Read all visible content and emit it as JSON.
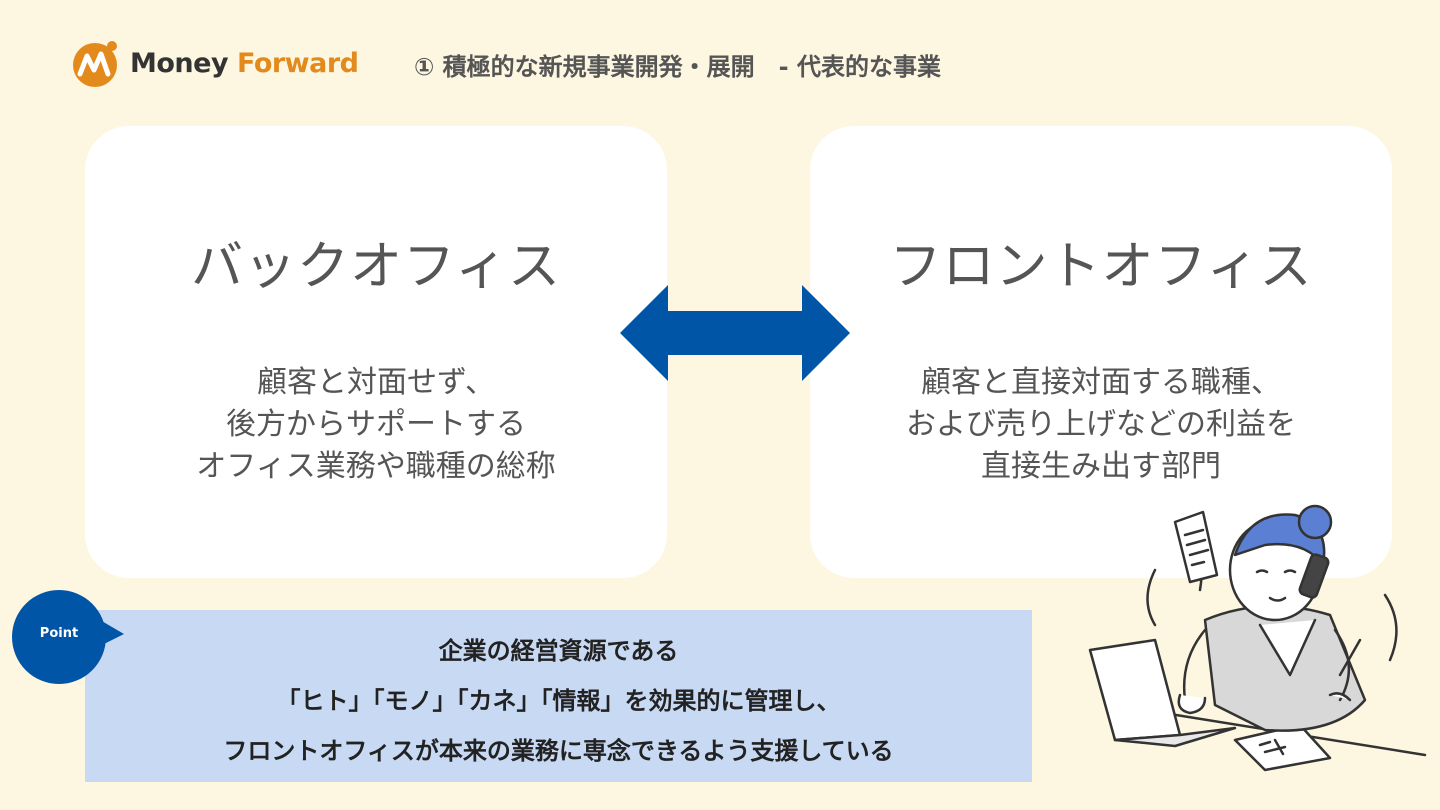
{
  "header": {
    "logo": {
      "money": "Money",
      "forward": "Forward",
      "brand_color": "#e38a1c"
    },
    "title": "① 積極的な新規事業開発・展開　- 代表的な事業"
  },
  "back_office": {
    "title": "バックオフィス",
    "desc": [
      "顧客と対面せず、",
      "後方からサポートする",
      "オフィス業務や職種の総称"
    ]
  },
  "front_office": {
    "title": "フロントオフィス",
    "desc": [
      "顧客と直接対面する職種、",
      "および売り上げなどの利益を",
      "直接生み出す部門"
    ]
  },
  "point": {
    "badge": "Point",
    "lines": [
      "企業の経営資源である",
      "「ヒト」「モノ」「カネ」「情報」を効果的に管理し、",
      "フロントオフィスが本来の業務に専念できるよう支援している"
    ]
  },
  "colors": {
    "background": "#fdf6e1",
    "arrow": "#0055a6",
    "point_box": "#c8d9f3",
    "badge": "#0055a6"
  }
}
